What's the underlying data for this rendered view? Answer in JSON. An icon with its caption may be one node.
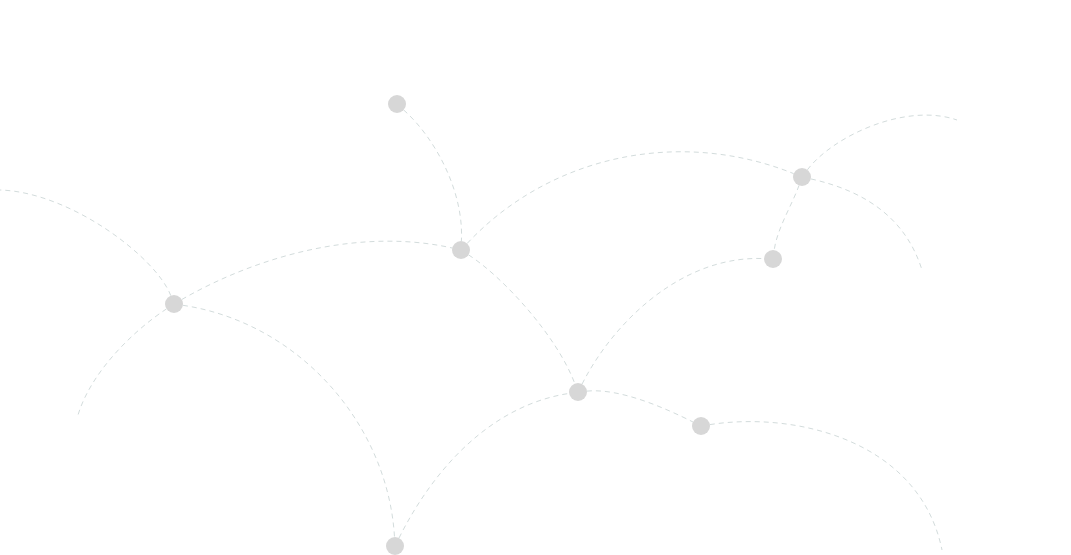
{
  "diagram": {
    "nodes": [
      {
        "text": [],
        "shape": "circle"
      },
      {
        "text": [],
        "shape": "circle"
      },
      {
        "text": [],
        "shape": "circle"
      },
      {
        "text": [],
        "shape": "circle"
      },
      {
        "text": [],
        "shape": "circle"
      },
      {
        "text": [],
        "shape": "circle"
      },
      {
        "text": [],
        "shape": "circle"
      },
      {
        "text": [],
        "shape": "circle"
      }
    ],
    "edges": [
      {
        "from": 0,
        "to": 2,
        "arrow": "none",
        "style": "dashed"
      },
      {
        "from": 2,
        "to": 1,
        "arrow": "none",
        "style": "dashed"
      },
      {
        "from": 1,
        "to": null,
        "arrow": "none",
        "style": "dashed"
      },
      {
        "from": 1,
        "to": null,
        "arrow": "none",
        "style": "dashed"
      },
      {
        "from": 1,
        "to": 3,
        "arrow": "none",
        "style": "dashed"
      },
      {
        "from": 4,
        "to": 2,
        "arrow": "none",
        "style": "dashed"
      },
      {
        "from": 2,
        "to": 5,
        "arrow": "none",
        "style": "dashed"
      },
      {
        "from": 5,
        "to": 3,
        "arrow": "none",
        "style": "dashed"
      },
      {
        "from": 4,
        "to": null,
        "arrow": "none",
        "style": "dashed"
      },
      {
        "from": 4,
        "to": null,
        "arrow": "none",
        "style": "dashed"
      },
      {
        "from": 4,
        "to": 7,
        "arrow": "none",
        "style": "dashed"
      },
      {
        "from": 7,
        "to": 5,
        "arrow": "none",
        "style": "dashed"
      },
      {
        "from": 5,
        "to": 6,
        "arrow": "none",
        "style": "dashed"
      },
      {
        "from": 6,
        "to": null,
        "arrow": "none",
        "style": "dashed"
      }
    ]
  }
}
